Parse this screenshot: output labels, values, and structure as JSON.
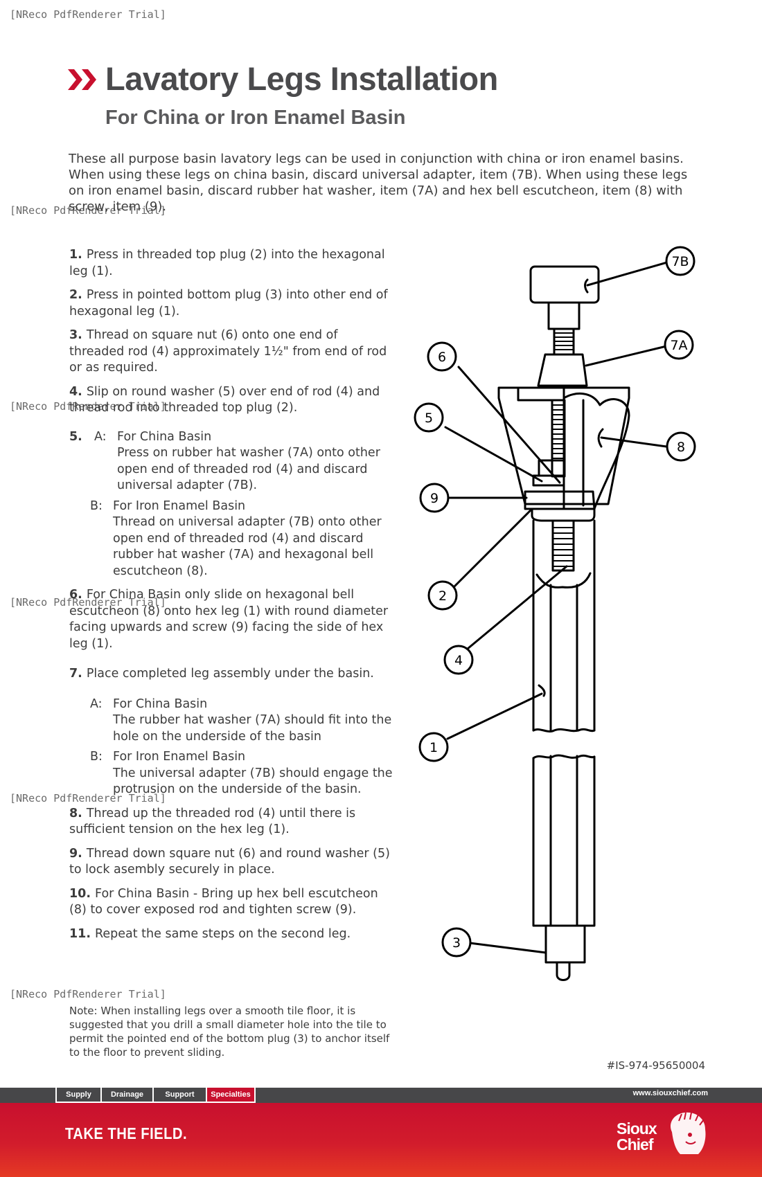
{
  "watermark": "[NReco PdfRenderer Trial]",
  "title": "Lavatory Legs Installation",
  "subtitle": "For China or Iron Enamel Basin",
  "intro": "These all purpose basin lavatory legs can be used in conjunction with china or iron enamel basins. When using these legs on china basin, discard universal adapter, item (7B). When using these legs on iron enamel basin, discard rubber hat washer, item (7A) and hex bell escutcheon, item (8) with screw, item (9).",
  "steps": [
    {
      "num": "1.",
      "text": "Press in threaded top plug (2) into the hexagonal leg (1)."
    },
    {
      "num": "2.",
      "text": "Press in pointed bottom plug (3) into other end of hexagonal leg (1)."
    },
    {
      "num": "3.",
      "text": "Thread on square nut (6) onto one end of threaded rod (4) approximately 1½\" from end of rod or as required."
    },
    {
      "num": "4.",
      "text": "Slip on round washer (5) over end of rod (4) and thread rod into threaded top plug (2)."
    },
    {
      "num": "5.",
      "subs": [
        {
          "letter": "A:",
          "head": "For China Basin",
          "body": "Press on rubber hat washer (7A) onto other open end of threaded rod (4) and discard universal adapter (7B)."
        },
        {
          "letter": "B:",
          "head": "For Iron Enamel Basin",
          "body": "Thread on universal adapter (7B) onto other open end of threaded rod (4) and discard rubber hat washer (7A) and hexagonal bell escutcheon (8)."
        }
      ]
    },
    {
      "num": "6.",
      "text": "For China Basin only slide on hexagonal bell escutcheon (8) onto hex leg (1) with round diameter facing upwards and screw (9) facing the side of hex leg (1)."
    },
    {
      "num": "7.",
      "text": "Place completed leg assembly under the basin.",
      "subs": [
        {
          "letter": "A:",
          "head": "For China Basin",
          "body": "The rubber hat washer (7A) should fit into the hole on the underside of the basin"
        },
        {
          "letter": "B:",
          "head": "For Iron Enamel Basin",
          "body": "The universal adapter (7B) should engage the protrusion on the underside of the basin."
        }
      ]
    },
    {
      "num": "8.",
      "text": "Thread up the threaded rod (4) until there is sufficient tension on the hex leg (1)."
    },
    {
      "num": "9.",
      "text": "Thread down square nut (6) and round washer (5) to lock asembly securely in place."
    },
    {
      "num": "10.",
      "text": "For China Basin - Bring up hex bell escutcheon (8) to cover exposed rod and tighten screw (9)."
    },
    {
      "num": "11.",
      "text": "Repeat the same steps on the second leg."
    }
  ],
  "note": "Note: When installing legs over a smooth tile floor, it is suggested that you drill a small diameter hole into the tile to permit the pointed end of the bottom plug (3) to anchor itself to the floor to prevent sliding.",
  "doc_number": "#IS-974-95650004",
  "diagram": {
    "callouts": [
      "7B",
      "7A",
      "6",
      "5",
      "8",
      "9",
      "2",
      "4",
      "1",
      "3"
    ]
  },
  "footer": {
    "tabs": [
      "Supply",
      "Drainage",
      "Support",
      "Specialties"
    ],
    "active_tab": "Specialties",
    "url": "www.siouxchief.com",
    "tagline": "TAKE THE FIELD.",
    "brand_line1": "Sioux",
    "brand_line2": "Chief"
  },
  "colors": {
    "accent": "#c8102e",
    "dark_bar": "#474749",
    "title": "#4a4a4c"
  }
}
